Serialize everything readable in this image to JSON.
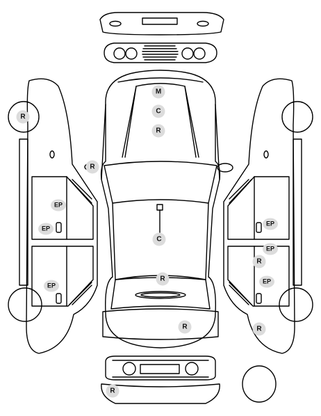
{
  "diagram": {
    "line_color": "#000000",
    "marker_color": "#dcdcdc",
    "marker_text_color": "#111111",
    "markers": [
      {
        "id": "roof-m",
        "label": "M"
      },
      {
        "id": "roof-c",
        "label": "C"
      },
      {
        "id": "roof-r",
        "label": "R"
      },
      {
        "id": "front-left-wheel-r",
        "label": "R"
      },
      {
        "id": "left-mirror-r",
        "label": "R"
      },
      {
        "id": "left-front-door-ep-top",
        "label": "EP"
      },
      {
        "id": "left-front-door-ep-handle",
        "label": "EP"
      },
      {
        "id": "left-rear-door-ep",
        "label": "EP"
      },
      {
        "id": "hood-c",
        "label": "C"
      },
      {
        "id": "hood-r",
        "label": "R"
      },
      {
        "id": "front-bumper-r",
        "label": "R"
      },
      {
        "id": "rear-bumper-r",
        "label": "R"
      },
      {
        "id": "right-front-door-ep",
        "label": "EP"
      },
      {
        "id": "right-rear-door-ep-top",
        "label": "EP"
      },
      {
        "id": "right-rear-door-r",
        "label": "R"
      },
      {
        "id": "right-rear-door-ep",
        "label": "EP"
      },
      {
        "id": "right-rear-wheel-r",
        "label": "R"
      }
    ]
  }
}
